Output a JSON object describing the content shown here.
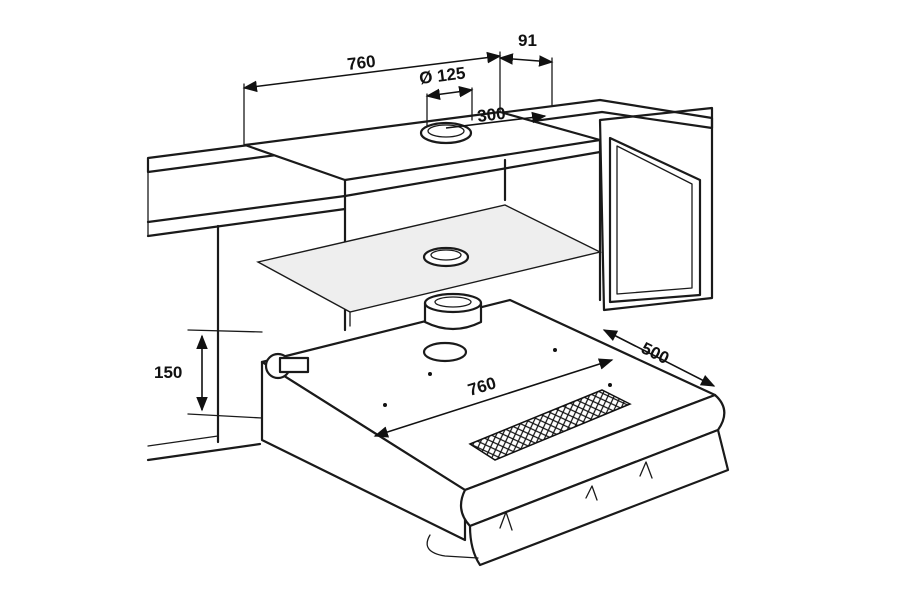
{
  "dimensions": {
    "top_width": "760",
    "top_offset": "91",
    "duct_diameter": "Ø 125",
    "duct_depth": "300",
    "hood_depth": "500",
    "hood_width": "760",
    "hood_height": "150"
  }
}
